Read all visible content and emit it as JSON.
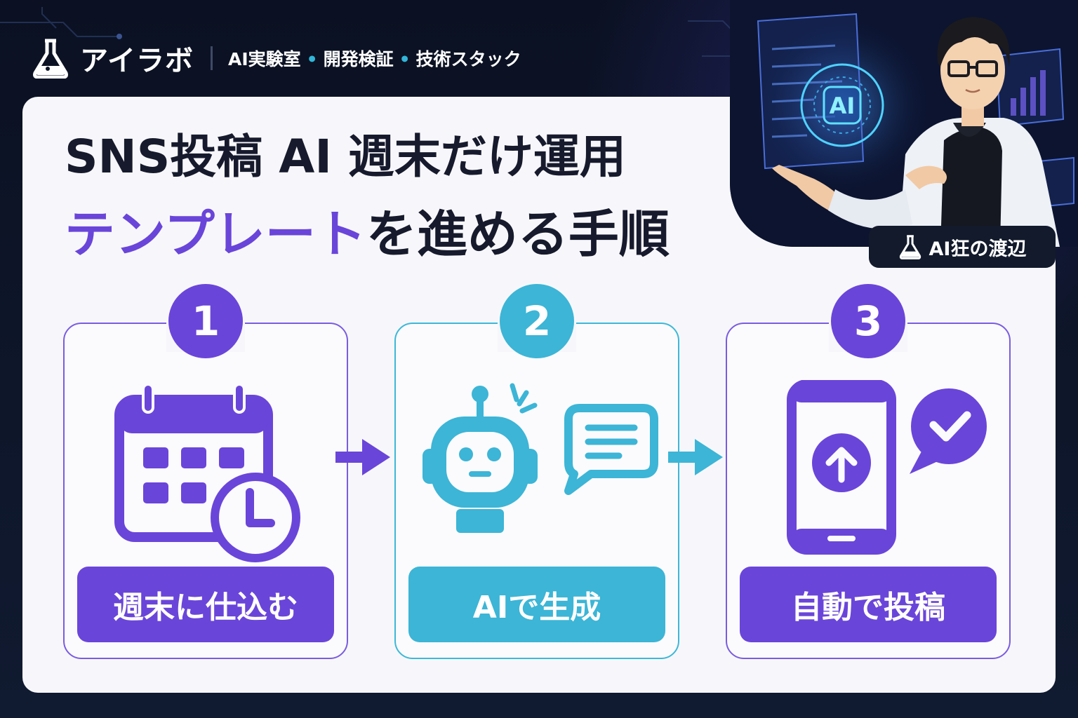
{
  "header": {
    "brand_name": "アイラボ",
    "tags": [
      "AI実験室",
      "開発検証",
      "技術スタック"
    ]
  },
  "title": {
    "line1": "SNS投稿 AI 週末だけ運用",
    "line2_highlight": "テンプレート",
    "line2_rest": "を進める手順"
  },
  "hero": {
    "screen_label": "AI",
    "author": "AI狂の渡辺"
  },
  "steps": [
    {
      "number": "1",
      "label": "週末に仕込む",
      "icon": "calendar-clock-icon",
      "color": "#6a45d9"
    },
    {
      "number": "2",
      "label": "AIで生成",
      "icon": "robot-chat-icon",
      "color": "#3cb5d6"
    },
    {
      "number": "3",
      "label": "自動で投稿",
      "icon": "smartphone-upload-icon",
      "color": "#6a45d9"
    }
  ],
  "colors": {
    "purple": "#6a45d9",
    "teal": "#3cb5d6",
    "background": "#0d1426",
    "card": "#f7f7fb"
  }
}
